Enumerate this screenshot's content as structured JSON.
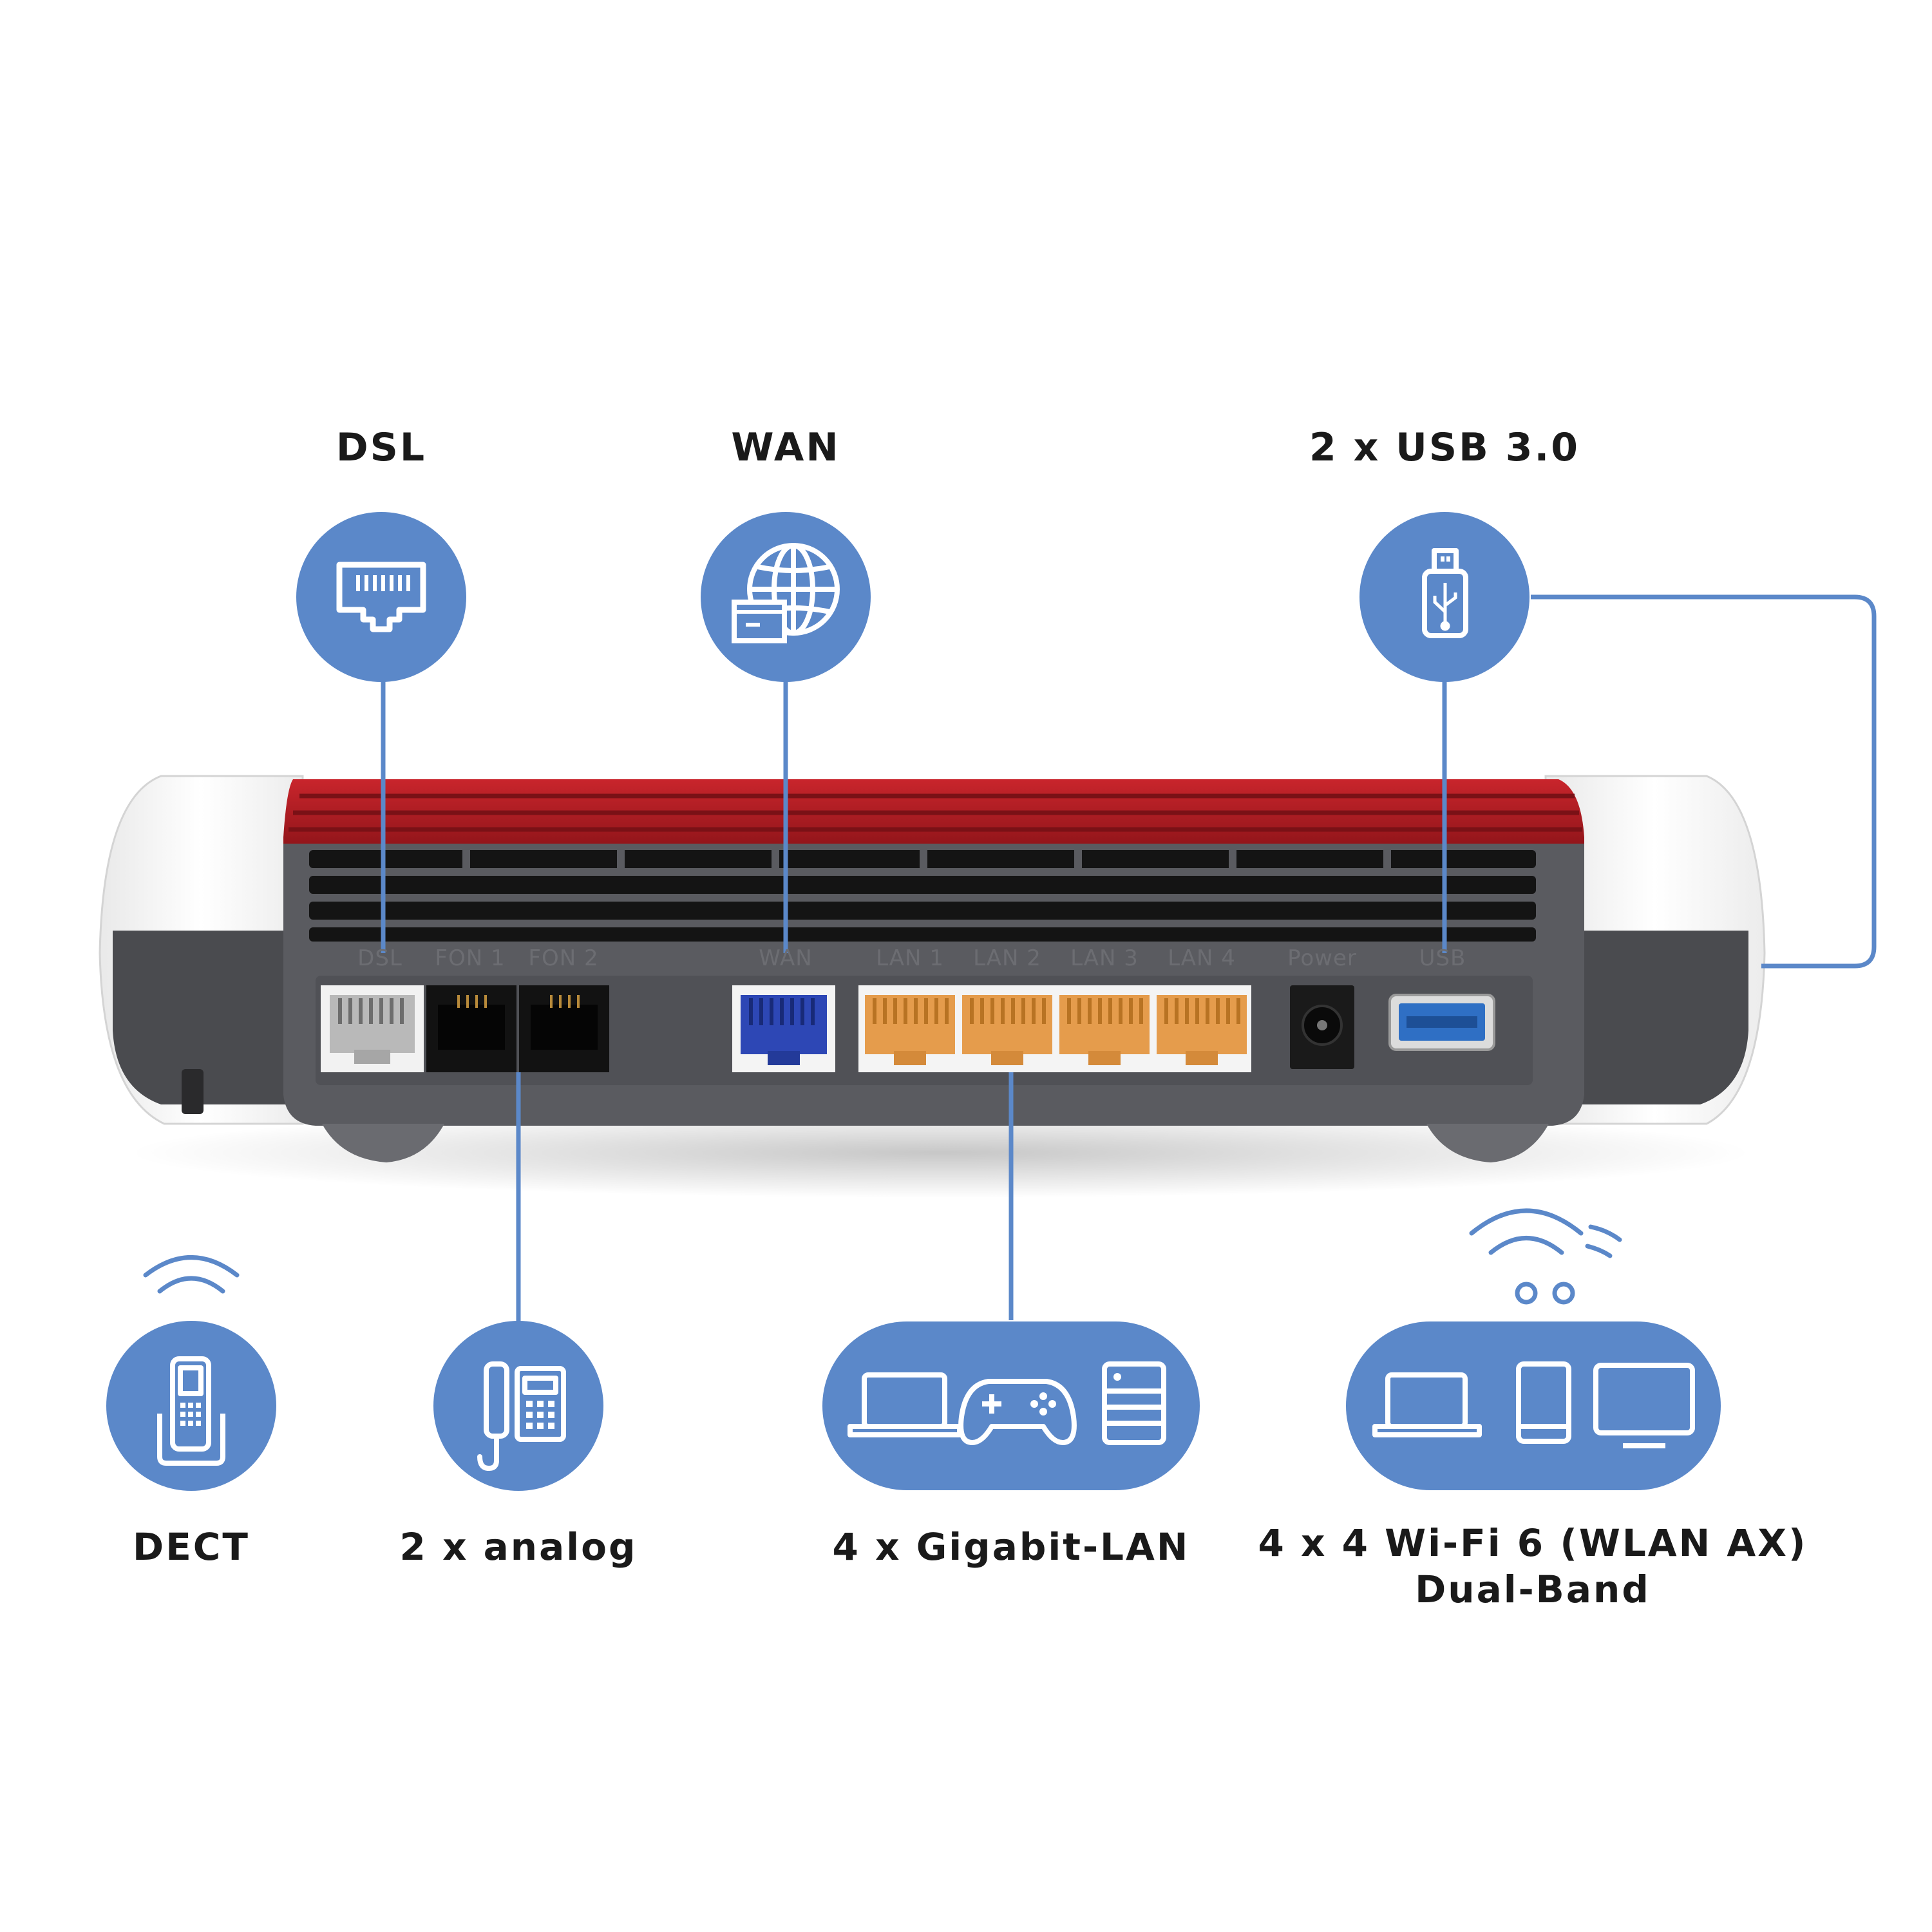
{
  "features": {
    "dsl": "DSL",
    "wan": "WAN",
    "usb": "2 x USB 3.0",
    "dect": "DECT",
    "analog": "2 x analog",
    "lan": "4 x Gigabit-LAN",
    "wifi_line1": "4 x 4 Wi-Fi 6 (WLAN AX)",
    "wifi_line2": "Dual-Band"
  },
  "port_labels": {
    "dsl": "DSL",
    "fon1": "FON 1",
    "fon2": "FON 2",
    "wan": "WAN",
    "lan1": "LAN 1",
    "lan2": "LAN 2",
    "lan3": "LAN 3",
    "lan4": "LAN 4",
    "power": "Power",
    "usb": "USB"
  },
  "icons": [
    "ethernet-port-icon",
    "globe-network-icon",
    "usb-stick-icon",
    "dect-phone-icon",
    "analog-phone-icon",
    "laptop-icon",
    "gamepad-icon",
    "nas-icon",
    "wifi-signal-icon",
    "smartphone-icon",
    "monitor-icon"
  ],
  "colors": {
    "icon_blue": "#5b88c9",
    "line_blue": "#5b88c9",
    "router_red": "#b51d24",
    "router_gray": "#56575b",
    "lan_orange": "#e59c4c",
    "wan_blue": "#2d47b5"
  }
}
